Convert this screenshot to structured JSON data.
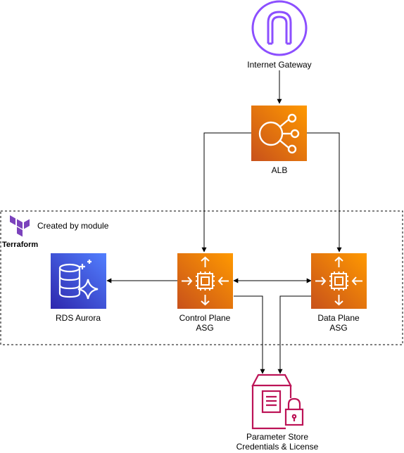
{
  "nodes": {
    "internet_gateway": {
      "label": "Internet Gateway",
      "icon": "internet-gateway-icon",
      "color": "#8C4FFF"
    },
    "alb": {
      "label": "ALB",
      "icon": "load-balancer-icon",
      "color": "#ED7100"
    },
    "rds": {
      "label": "RDS Aurora",
      "icon": "rds-aurora-icon",
      "color": "#3B48CC"
    },
    "control_plane": {
      "label_line1": "Control Plane",
      "label_line2": "ASG",
      "icon": "autoscaling-icon",
      "color": "#ED7100"
    },
    "data_plane": {
      "label_line1": "Data Plane",
      "label_line2": "ASG",
      "icon": "autoscaling-icon",
      "color": "#ED7100"
    },
    "parameter_store": {
      "label_line1": "Parameter Store",
      "label_line2": "Credentials & License",
      "icon": "parameter-store-icon",
      "color": "#BC1356"
    }
  },
  "module_group": {
    "label": "Created by module",
    "logo_text": "Terraform",
    "logo_color": "#7B42BC"
  },
  "edges": [
    {
      "from": "internet_gateway",
      "to": "alb"
    },
    {
      "from": "alb",
      "to": "control_plane"
    },
    {
      "from": "alb",
      "to": "data_plane"
    },
    {
      "from": "control_plane",
      "to": "rds"
    },
    {
      "from": "control_plane",
      "to": "data_plane",
      "bidirectional": true
    },
    {
      "from": "control_plane",
      "to": "parameter_store"
    },
    {
      "from": "data_plane",
      "to": "parameter_store"
    }
  ]
}
